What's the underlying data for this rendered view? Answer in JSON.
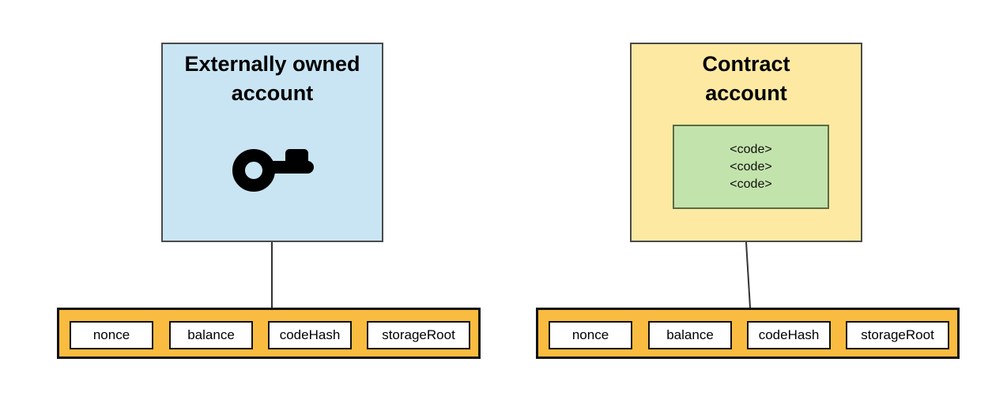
{
  "eoa": {
    "title_line1": "Externally owned",
    "title_line2": "account",
    "icon": "key-icon"
  },
  "contract": {
    "title_line1": "Contract",
    "title_line2": "account",
    "code_lines": [
      "<code>",
      "<code>",
      "<code>"
    ]
  },
  "fields": [
    "nonce",
    "balance",
    "codeHash",
    "storageRoot"
  ],
  "colors": {
    "eoa_fill": "#c9e5f4",
    "contract_fill": "#fde9a2",
    "code_fill": "#c3e3ac",
    "bar_fill": "#f9bc40",
    "key_color": "#000000"
  }
}
